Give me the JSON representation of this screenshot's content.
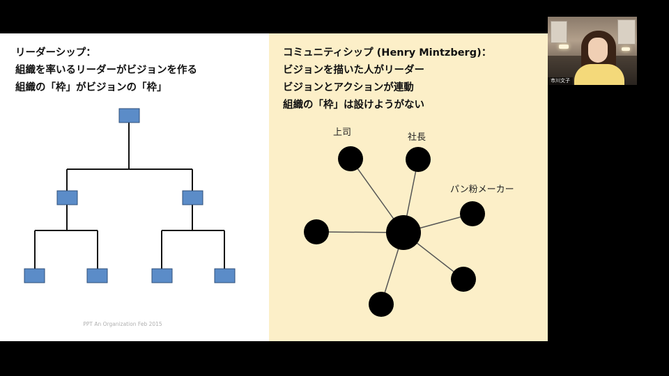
{
  "left_slide": {
    "heading": [
      "リーダーシップ：",
      "組織を率いるリーダーがビジョンを作る",
      "組織の「枠」がビジョンの「枠」"
    ],
    "credit": "PPT An Organization Feb 2015"
  },
  "right_slide": {
    "heading": [
      "コミュニティシップ (Henry Mintzberg)：",
      "ビジョンを描いた人がリーダー",
      "ビジョンとアクションが連動",
      "組織の「枠」は設けようがない"
    ],
    "labels": {
      "boss": "上司",
      "president": "社長",
      "bread_maker": "パン粉メーカー"
    }
  },
  "video": {
    "participant_name": "市川文子"
  },
  "colors": {
    "left_background": "#ffffff",
    "right_background": "#fcefc8",
    "hierarchy_box_fill": "#5b8cc8",
    "hierarchy_box_border": "#2f4f7a",
    "network_node": "#000000"
  }
}
